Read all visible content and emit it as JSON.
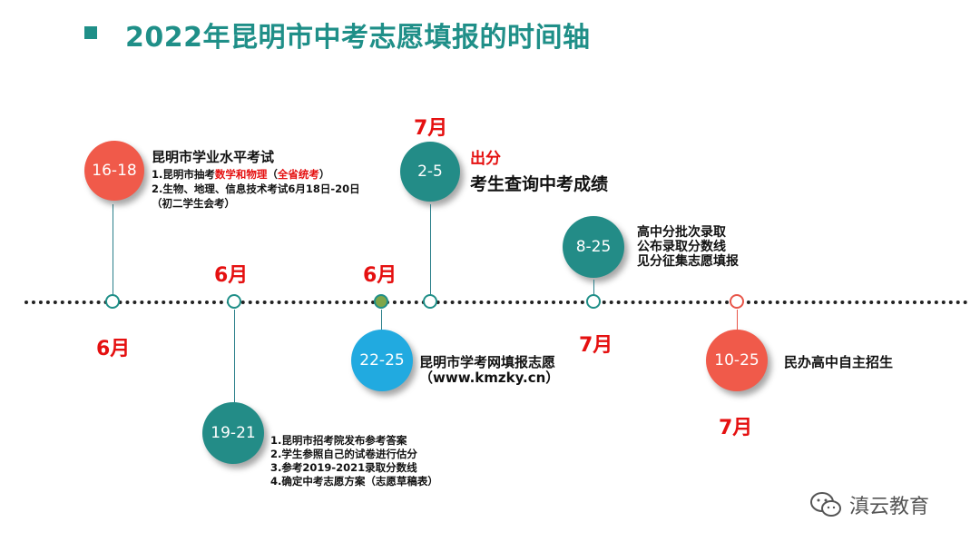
{
  "title": "2022年昆明市中考志愿填报的时间轴",
  "colors": {
    "teal": "#238c87",
    "red": "#f05a4a",
    "blue": "#21aae0",
    "month_red": "#e51010"
  },
  "events": {
    "e1": {
      "date": "16-18",
      "month": "6月",
      "heading": "昆明市学业水平考试",
      "line1_prefix": "1.昆明市抽考",
      "line1_highlight": "数学和物理",
      "line1_mid": "（",
      "line1_highlight2": "全省统考",
      "line1_suffix": "）",
      "line2": "2.生物、地理、信息技术考试6月18日-20日",
      "line3": "（初二学生会考）"
    },
    "e2": {
      "date": "19-21",
      "month": "6月",
      "lines": [
        "1.昆明市招考院发布参考答案",
        "2.学生参照自己的试卷进行估分",
        "3.参考2019-2021录取分数线",
        "4.确定中考志愿方案（志愿草稿表）"
      ]
    },
    "e3": {
      "date": "22-25",
      "month": "6月",
      "heading": "昆明市学考网填报志愿",
      "subheading": "（www.kmzky.cn）"
    },
    "e4": {
      "date": "2-5",
      "month": "7月",
      "tag": "出分",
      "heading": "考生查询中考成绩"
    },
    "e5": {
      "date": "8-25",
      "month": "7月",
      "lines": [
        "高中分批次录取",
        "公布录取分数线",
        "见分征集志愿填报"
      ]
    },
    "e6": {
      "date": "10-25",
      "month": "7月",
      "heading": "民办高中自主招生"
    }
  },
  "watermark": {
    "text": "滇云教育",
    "icon": "wechat-icon"
  }
}
